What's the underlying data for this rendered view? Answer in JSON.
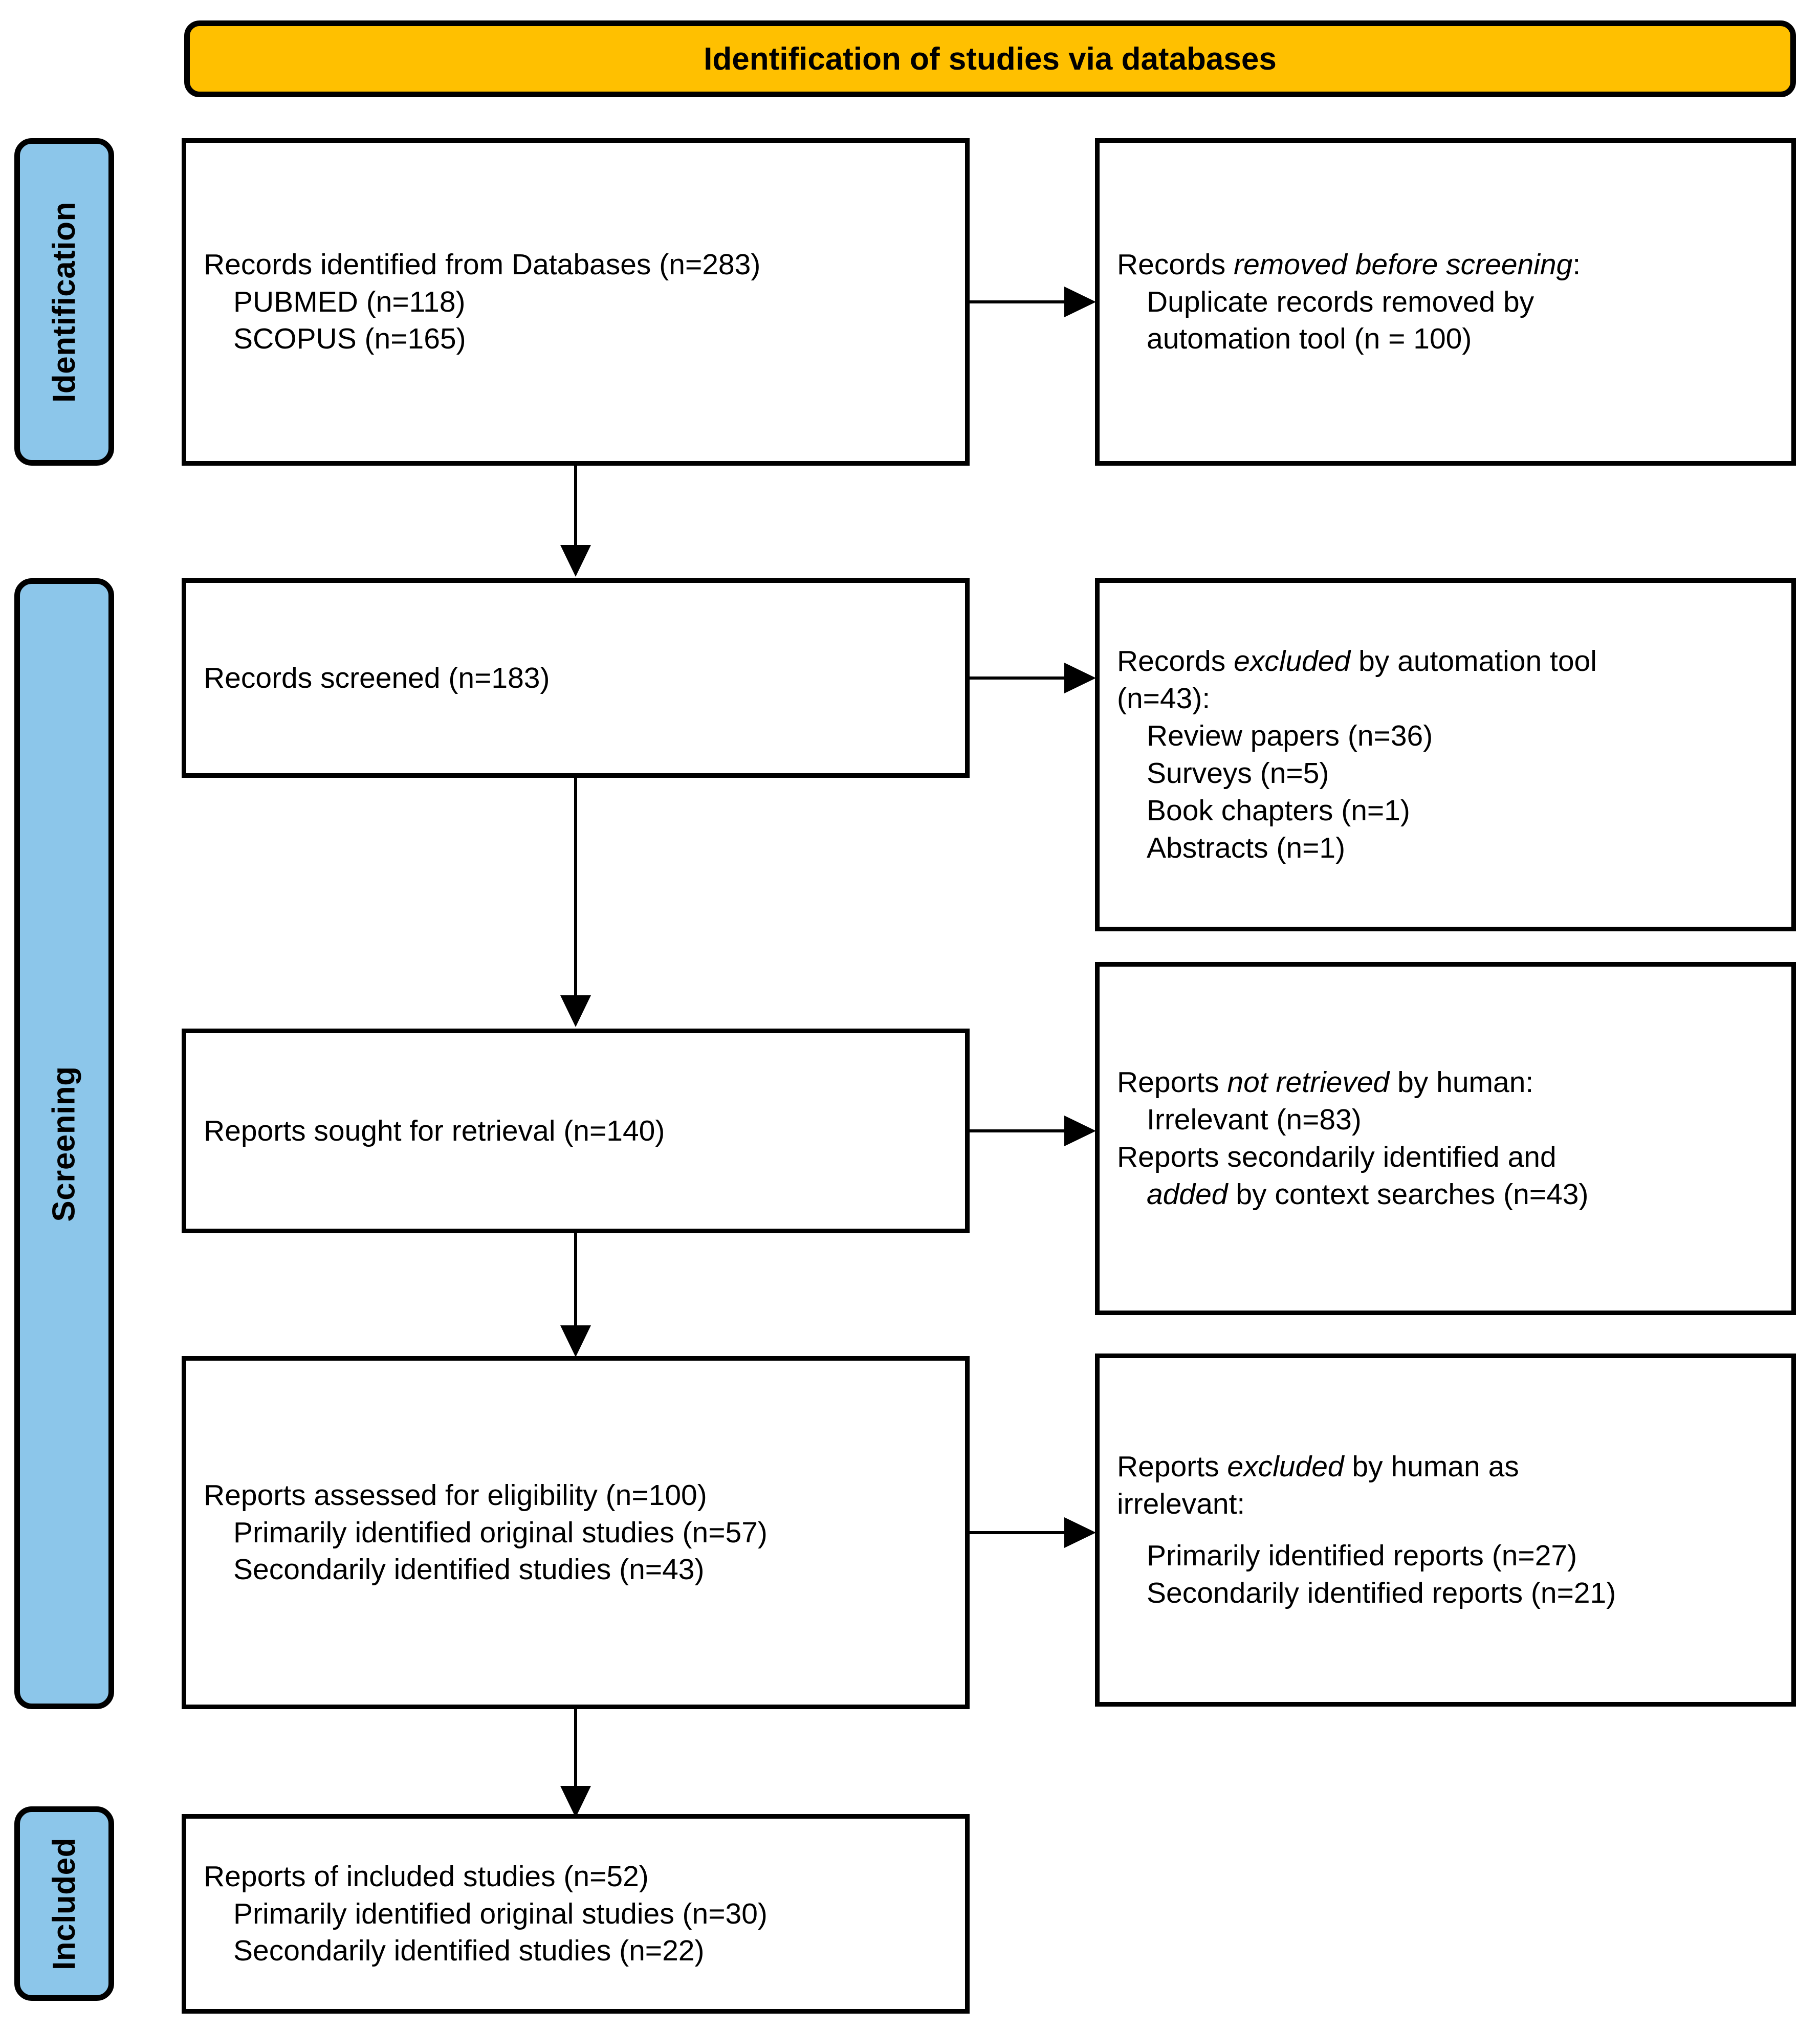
{
  "banner": {
    "title": "Identification of studies via databases"
  },
  "colors": {
    "banner_fill": "#FFC000",
    "stage_fill": "#8CC6EA",
    "border": "#000000",
    "box_fill": "#FFFFFF"
  },
  "stages": [
    {
      "id": "identification",
      "label": "Identification"
    },
    {
      "id": "screening",
      "label": "Screening"
    },
    {
      "id": "included",
      "label": "Included"
    }
  ],
  "boxes": {
    "records_identified": {
      "lines": [
        "Records identified from Databases (n=283)",
        "PUBMED (n=118)",
        "SCOPUS (n=165)"
      ]
    },
    "records_removed": {
      "line1_prefix": "Records ",
      "line1_italic": "removed before screening",
      "line1_suffix": ":",
      "lines": [
        "Duplicate records removed by",
        "automation tool (n = 100)"
      ]
    },
    "records_screened": {
      "lines": [
        "Records screened (n=183)"
      ]
    },
    "records_excluded": {
      "line1_prefix": "Records ",
      "line1_italic": "excluded",
      "line1_suffix": " by automation tool",
      "line2": "(n=43):",
      "lines": [
        "Review papers (n=36)",
        "Surveys (n=5)",
        "Book chapters (n=1)",
        "Abstracts (n=1)"
      ]
    },
    "reports_sought": {
      "lines": [
        "Reports sought for retrieval (n=140)"
      ]
    },
    "reports_not_retrieved": {
      "line1_prefix": "Reports ",
      "line1_italic": "not retrieved",
      "line1_suffix": " by human:",
      "line2": "Irrelevant (n=83)",
      "line3": "Reports secondarily identified and",
      "line4_italic": "added",
      "line4_suffix": " by context searches (n=43)"
    },
    "reports_assessed": {
      "lines": [
        "Reports assessed for eligibility (n=100)",
        "Primarily identified original studies (n=57)",
        "Secondarily identified studies (n=43)"
      ]
    },
    "reports_excluded_human": {
      "line1_prefix": "Reports ",
      "line1_italic": "excluded",
      "line1_suffix": " by human as",
      "line2": "irrelevant:",
      "lines": [
        "Primarily identified reports (n=27)",
        "Secondarily identified reports (n=21)"
      ]
    },
    "reports_included": {
      "lines": [
        "Reports of included studies (n=52)",
        "Primarily identified original studies (n=30)",
        "Secondarily identified studies (n=22)"
      ]
    }
  }
}
